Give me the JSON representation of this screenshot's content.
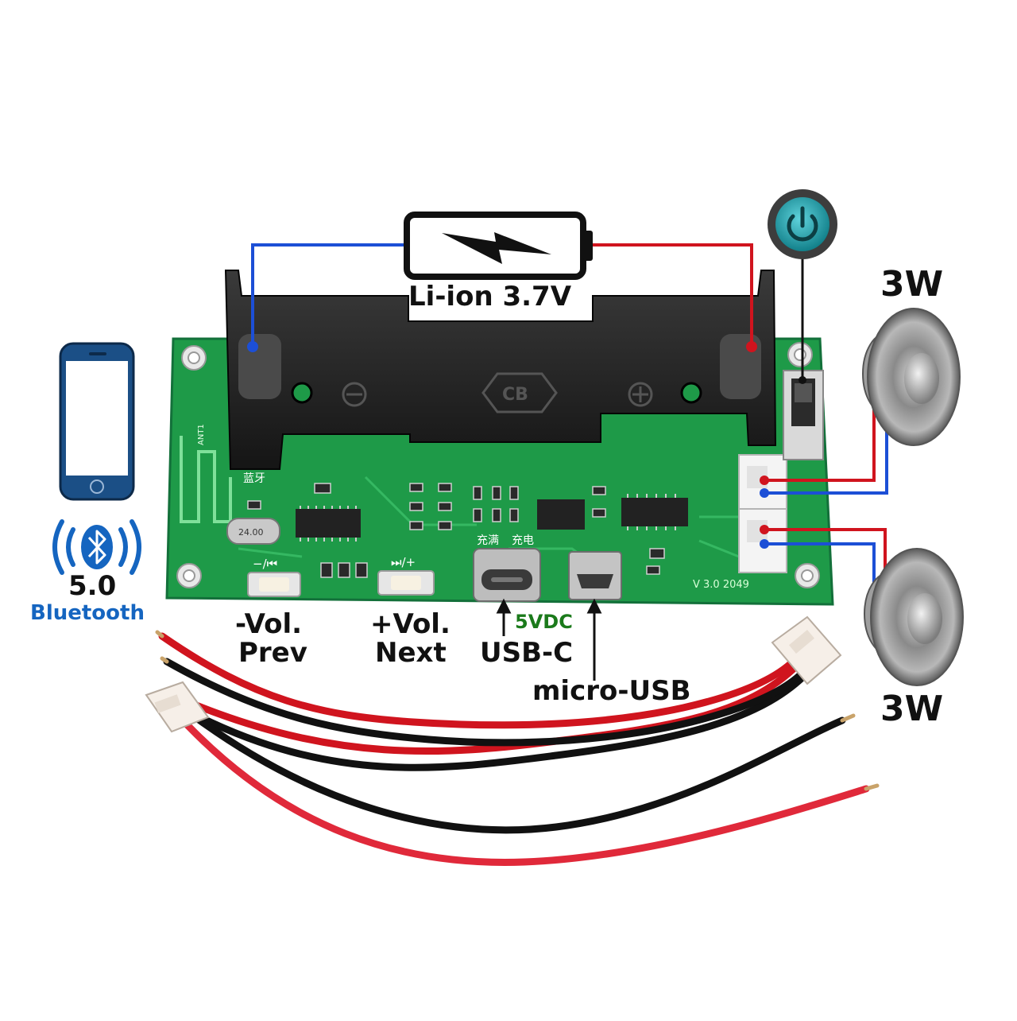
{
  "battery": {
    "label": "Li-ion 3.7V"
  },
  "power_switch": {
    "icon": "power-icon",
    "color": "#1aa6b2"
  },
  "bluetooth": {
    "version": "5.0",
    "label": "Bluetooth",
    "color": "#1565c0",
    "icon": "bluetooth-icon"
  },
  "speakers": [
    {
      "label": "3W"
    },
    {
      "label": "3W"
    }
  ],
  "buttons": [
    {
      "line1": "-Vol.",
      "line2": "Prev"
    },
    {
      "line1": "+Vol.",
      "line2": "Next"
    }
  ],
  "ports": {
    "voltage": "5VDC",
    "voltage_color": "#1b7a1b",
    "usb_c": "USB-C",
    "micro_usb": "micro-USB"
  },
  "board": {
    "version": "V 3.0 2049",
    "antenna": "ANT1",
    "bt_chip": "蓝牙",
    "charge_full": "充满",
    "charging": "充电",
    "crystal": "24.00",
    "prev_mark": "−/⏮",
    "next_mark": "⏭/+",
    "cb_mark": "CB",
    "color": "#1e9a48"
  },
  "wire_colors": {
    "positive": "#d0141e",
    "negative": "#1c4fd6"
  }
}
